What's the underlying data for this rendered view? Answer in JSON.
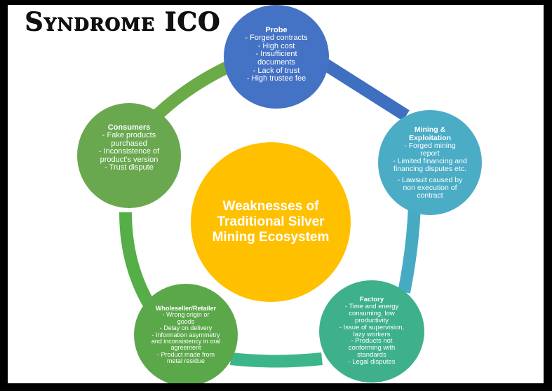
{
  "brand": "Syndrome ICO",
  "center": "Weaknesses of Traditional Silver Mining Ecosystem",
  "colors": {
    "probe": "#4472c4",
    "mining": "#4bacc6",
    "factory": "#3fb08c",
    "wholesaler": "#5ba84a",
    "consumers": "#6aa84f",
    "center": "#ffc000"
  },
  "nodes": {
    "probe": {
      "title": "Probe",
      "items": [
        "- Forged contracts",
        "- High cost",
        "- Insufficient documents",
        "- Lack of trust",
        "- High trustee fee"
      ]
    },
    "mining": {
      "title": "Mining & Exploitation",
      "items": [
        "- Forged mining report",
        "- Limited financing and financing disputes etc.",
        "- Lawsuit caused by non execution of contract"
      ]
    },
    "factory": {
      "title": "Factory",
      "items": [
        "- Time and energy consuming, low productivity",
        "- Issue of supervision, lazy workers",
        "- Products not conforming with standards",
        "- Legal disputes"
      ]
    },
    "wholesaler": {
      "title": "Wholeseller/Retailer",
      "items": [
        "- Wrong origin or goods",
        "- Delay on delivery",
        "- Information asymmetry and inconsistency in oral agreement",
        "- Product made from metal residue"
      ]
    },
    "consumers": {
      "title": "Consumers",
      "items": [
        "- Fake products purchased",
        "- Inconsistence of product's version",
        "- Trust dispute"
      ]
    }
  }
}
